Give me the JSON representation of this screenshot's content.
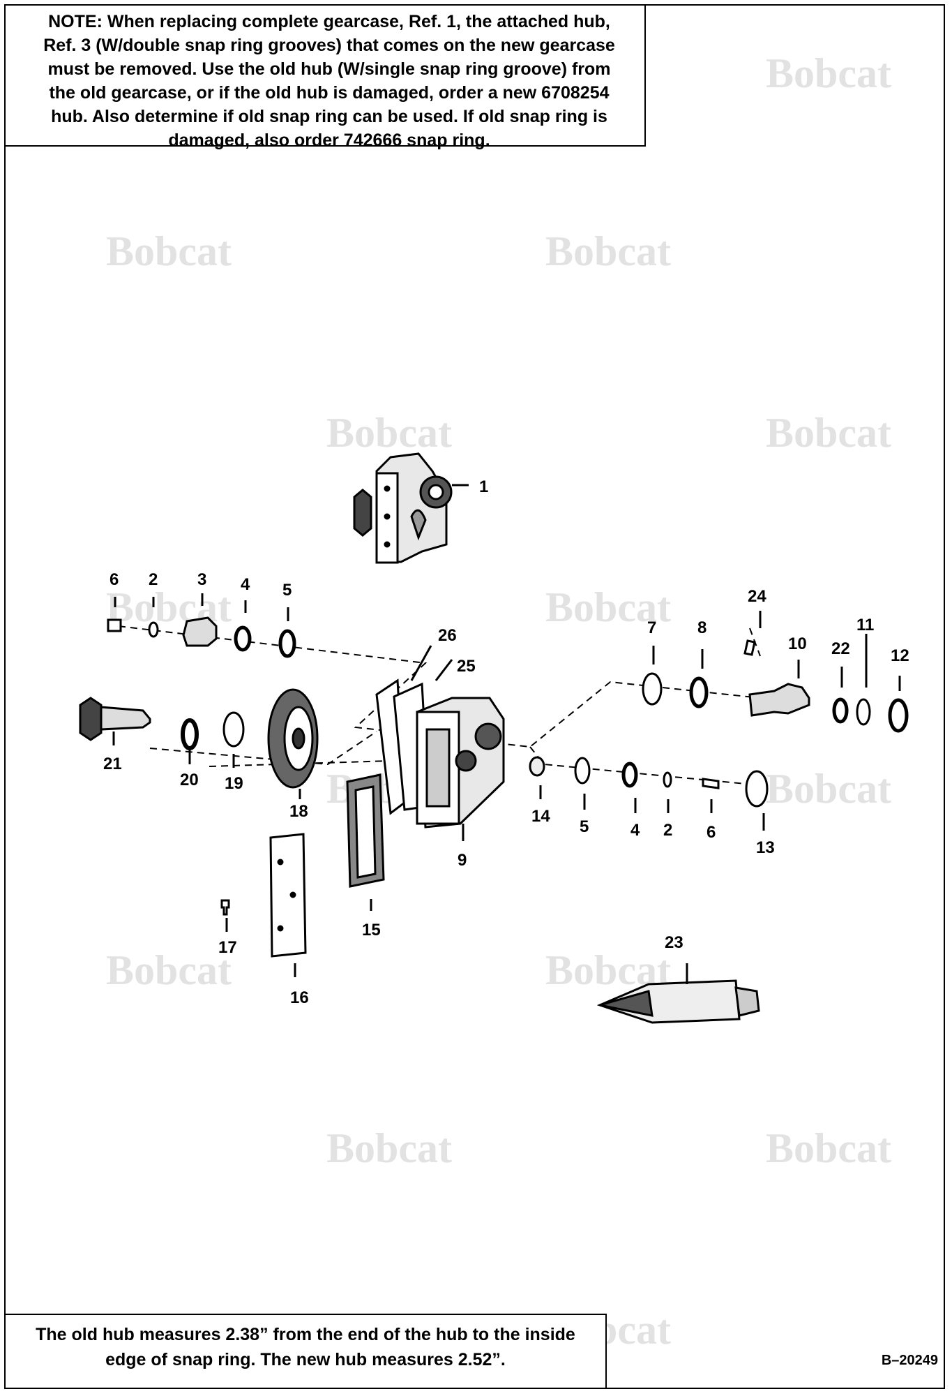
{
  "note": {
    "label": "NOTE:",
    "lines": [
      " When replacing complete gearcase, Ref. 1, the attached hub,",
      "Ref. 3 (W/double snap ring grooves) that comes on the new gearcase",
      "must be removed. Use the old hub (W/single snap ring groove) from",
      "the old gearcase, or if the old hub is damaged, order a new 6708254",
      "hub. Also determine if old snap ring can be used. If old snap ring is",
      "damaged, also order 742666 snap ring."
    ]
  },
  "footnote": {
    "lines": [
      "The old hub measures 2.38” from the end of the hub to the inside",
      "edge of snap ring. The new hub measures 2.52”."
    ]
  },
  "figure_code": "B–20249",
  "watermark": "Bobcat",
  "callouts": [
    "1",
    "6",
    "2",
    "3",
    "4",
    "5",
    "26",
    "25",
    "7",
    "8",
    "24",
    "10",
    "22",
    "11",
    "12",
    "21",
    "20",
    "19",
    "18",
    "9",
    "14",
    "5",
    "4",
    "2",
    "6",
    "13",
    "15",
    "17",
    "16",
    "23"
  ]
}
